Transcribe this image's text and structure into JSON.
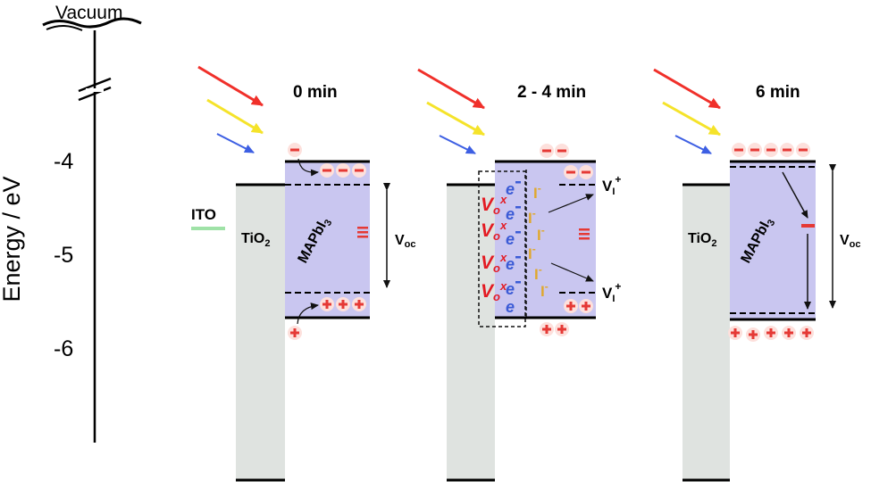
{
  "axis": {
    "top_label": "Vacuum",
    "ylabel": "Energy / eV",
    "ticks": [
      "-4",
      "-5",
      "-6"
    ]
  },
  "ito_label": "ITO",
  "panels": [
    {
      "time": "0 min",
      "tio2_label": "TiO",
      "tio2_sub": "2",
      "perovskite_label": "MAPbI",
      "perovskite_sub": "3",
      "voc_label": "V",
      "voc_sub": "oc"
    },
    {
      "time": "2 - 4 min",
      "vo_letter": "V",
      "vo_sub": "o",
      "vo_sup": "x",
      "electron": "e",
      "iodide": "I",
      "iodide_sup": "-",
      "vi_letter": "V",
      "vi_sub": "I",
      "vi_sup": "+"
    },
    {
      "time": "6 min",
      "tio2_label": "TiO",
      "tio2_sub": "2",
      "perovskite_label": "MAPbI",
      "perovskite_sub": "3",
      "voc_label": "V",
      "voc_sub": "oc"
    }
  ],
  "colors": {
    "tio2_fill": "#dfe3e0",
    "perovskite_fill": "#c9c6f0",
    "charge_red": "#e53935",
    "charge_fill": "#fde0dc",
    "vo_red": "#e31b23",
    "electron_blue": "#3b5bd6",
    "iodide_gold": "#e0a82e",
    "ito_green": "#9fe2a7",
    "light_red": "#f0302a",
    "light_yellow": "#f5e32a",
    "light_blue": "#3d5fe3"
  }
}
